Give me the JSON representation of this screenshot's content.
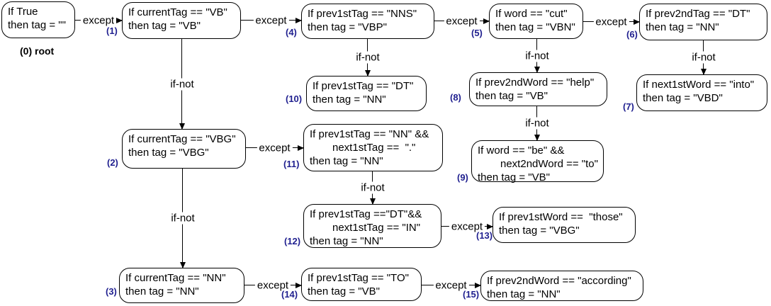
{
  "diagram": {
    "background_color": "#ffffff",
    "node_border_color": "#000000",
    "node_fill_color": "#ffffff",
    "number_label_color": "#1f1f8f",
    "root_label_color": "#000000"
  },
  "nodes": [
    {
      "label": "(0) root",
      "lines": [
        "If True",
        "then tag = \"\""
      ]
    },
    {
      "label": "(1)",
      "lines": [
        "If currentTag == \"VB\"",
        "then tag = \"VB\""
      ]
    },
    {
      "label": "(2)",
      "lines": [
        "If currentTag == \"VBG\"",
        "then tag = \"VBG\""
      ]
    },
    {
      "label": "(3)",
      "lines": [
        "If currentTag == \"NN\"",
        "then tag = \"NN\""
      ]
    },
    {
      "label": "(4)",
      "lines": [
        "If prev1stTag == \"NNS\"",
        "then tag = \"VBP\""
      ]
    },
    {
      "label": "(5)",
      "lines": [
        "If word == \"cut\"",
        "then tag = \"VBN\""
      ]
    },
    {
      "label": "(6)",
      "lines": [
        "If prev2ndTag == \"DT\"",
        "then tag = \"NN\""
      ]
    },
    {
      "label": "(7)",
      "lines": [
        "If next1stWord == \"into\"",
        "then tag = \"VBD\""
      ]
    },
    {
      "label": "(8)",
      "lines": [
        "If prev2ndWord == \"help\"",
        "then tag = \"VB\""
      ]
    },
    {
      "label": "(9)",
      "lines": [
        "If word == \"be\" &&",
        "next2ndWord == \"to\"",
        "then tag = \"VB\""
      ]
    },
    {
      "label": "(10)",
      "lines": [
        "If prev1stTag == \"DT\"",
        "then tag = \"NN\""
      ]
    },
    {
      "label": "(11)",
      "lines": [
        "If prev1stTag == \"NN\" &&",
        "next1stTag ==  \".\"",
        "then tag = \"NN\""
      ]
    },
    {
      "label": "(12)",
      "lines": [
        "If prev1stTag ==\"DT\"&&",
        "next1stTag == \"IN\"",
        "then tag = \"NN\""
      ]
    },
    {
      "label": "(13)",
      "lines": [
        "If prev1stWord ==  \"those\"",
        "then tag = \"VBG\""
      ]
    },
    {
      "label": "(14)",
      "lines": [
        "If prev1stTag == \"TO\"",
        "then tag = \"VB\""
      ]
    },
    {
      "label": "(15)",
      "lines": [
        "If prev2ndWord == \"according\"",
        "then tag = \"NN\""
      ]
    }
  ],
  "edges": [
    {
      "from": 0,
      "to": 1,
      "label": "except"
    },
    {
      "from": 1,
      "to": 4,
      "label": "except"
    },
    {
      "from": 4,
      "to": 5,
      "label": "except"
    },
    {
      "from": 5,
      "to": 6,
      "label": "except"
    },
    {
      "from": 2,
      "to": 11,
      "label": "except"
    },
    {
      "from": 12,
      "to": 13,
      "label": "except"
    },
    {
      "from": 3,
      "to": 14,
      "label": "except"
    },
    {
      "from": 14,
      "to": 15,
      "label": "except"
    },
    {
      "from": 1,
      "to": 2,
      "label": "if-not"
    },
    {
      "from": 4,
      "to": 10,
      "label": "if-not"
    },
    {
      "from": 5,
      "to": 8,
      "label": "if-not"
    },
    {
      "from": 6,
      "to": 7,
      "label": "if-not"
    },
    {
      "from": 8,
      "to": 9,
      "label": "if-not"
    },
    {
      "from": 2,
      "to": 3,
      "label": "if-not"
    },
    {
      "from": 11,
      "to": 12,
      "label": "if-not"
    }
  ]
}
